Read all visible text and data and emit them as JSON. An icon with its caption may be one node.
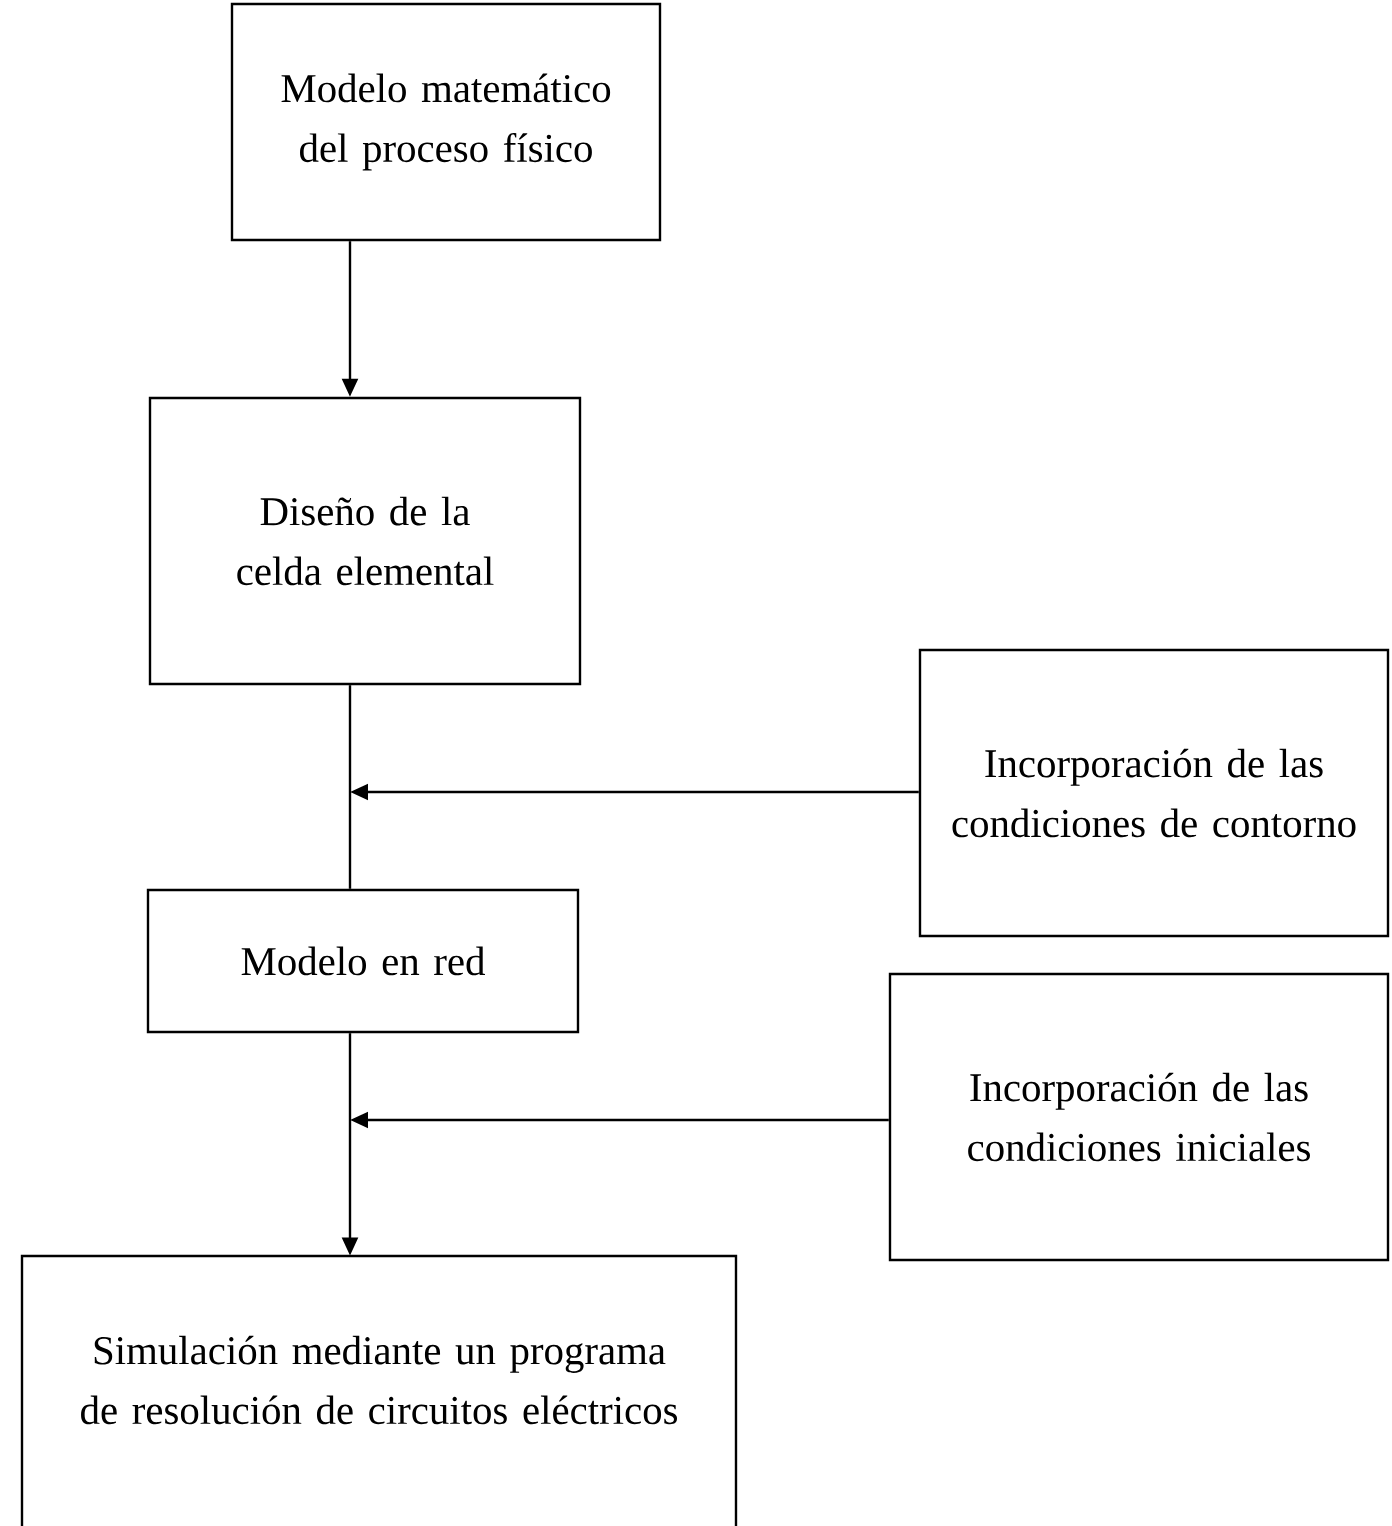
{
  "diagram": {
    "nodes": [
      {
        "text": [
          "Modelo matemático del proceso físico"
        ]
      },
      {
        "text": [
          "Diseño de la celda elemental"
        ]
      },
      {
        "text": [
          "Incorporación de las condiciones de contorno"
        ]
      },
      {
        "text": [
          "Modelo en red"
        ]
      },
      {
        "text": [
          "Incorporación de las condiciones iniciales"
        ]
      },
      {
        "text": [
          "Simulación mediante un programa de resolución de circuitos eléctricos"
        ]
      }
    ],
    "edges": [
      {
        "from": 0,
        "to": 1,
        "arrow": "to"
      },
      {
        "from": 1,
        "to": 3,
        "arrow": "none"
      },
      {
        "from": 2,
        "to": null,
        "arrow": "to"
      },
      {
        "from": 3,
        "to": 5,
        "arrow": "to"
      },
      {
        "from": 4,
        "to": null,
        "arrow": "to"
      }
    ]
  }
}
